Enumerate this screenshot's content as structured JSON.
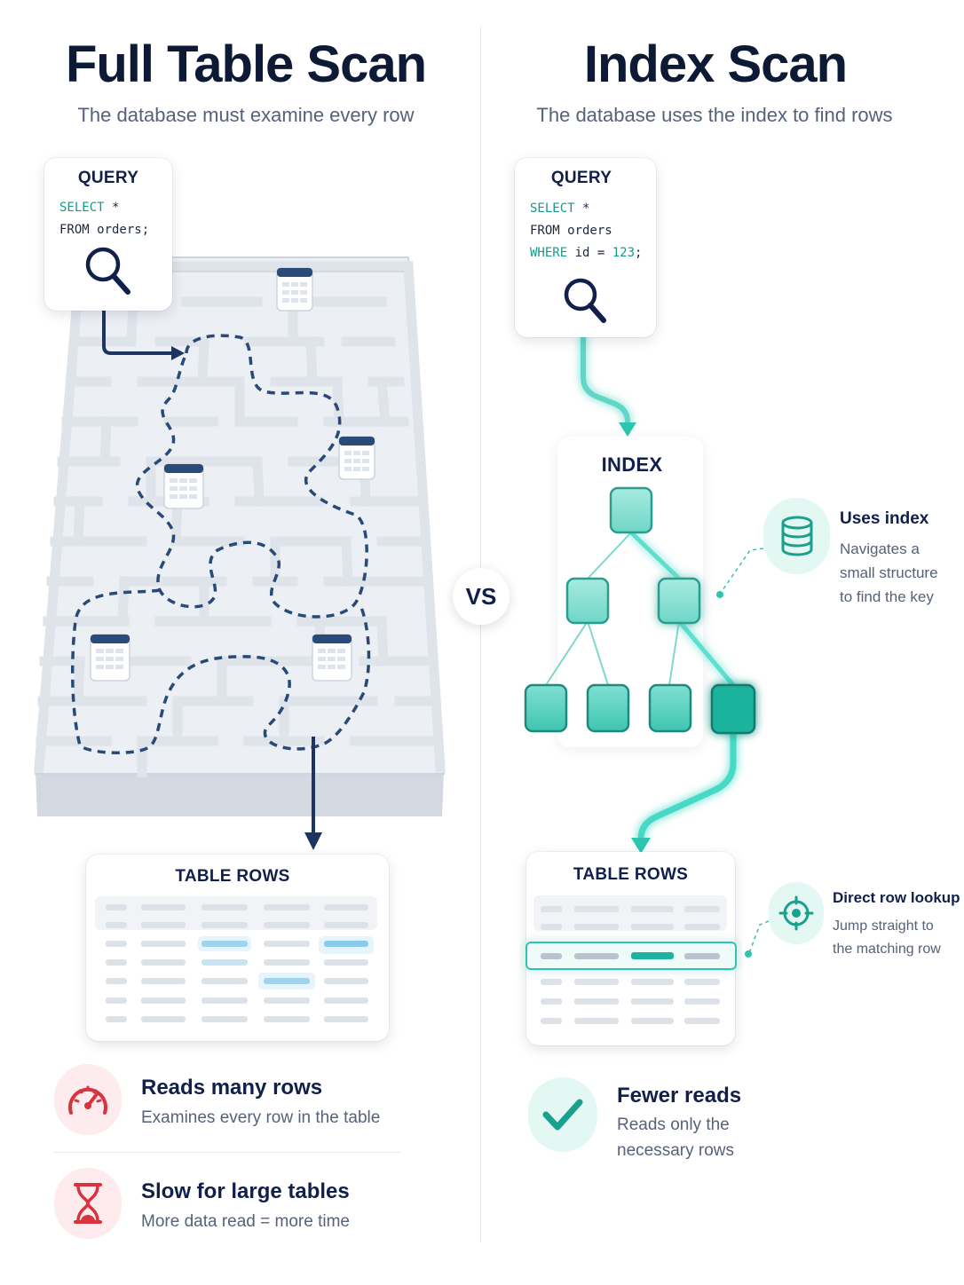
{
  "left": {
    "title": "Full Table Scan",
    "subtitle": "The database must examine every row",
    "query": {
      "label": "QUERY",
      "line1_kw": "SELECT",
      "line1_rest": " *",
      "line2": "FROM orders;"
    },
    "table_label": "TABLE ROWS",
    "features": [
      {
        "title": "Reads many rows",
        "desc": "Examines every row in the table",
        "icon": "speedometer-icon"
      },
      {
        "title": "Slow for large tables",
        "desc": "More data read = more time",
        "icon": "hourglass-icon"
      }
    ]
  },
  "right": {
    "title": "Index Scan",
    "subtitle": "The database uses the index to find rows",
    "query": {
      "label": "QUERY",
      "line1_kw": "SELECT",
      "line1_rest": " *",
      "line2": "FROM orders",
      "line3_kw": "WHERE",
      "line3_rest": " id = ",
      "line3_val": "123",
      "line3_end": ";"
    },
    "index_label": "INDEX",
    "table_label": "TABLE ROWS",
    "callout_index": {
      "title": "Uses index",
      "desc": [
        "Navigates a",
        "small structure",
        "to find the key"
      ],
      "icon": "database-icon"
    },
    "callout_lookup": {
      "title": "Direct row lookup",
      "desc": [
        "Jump straight to",
        "the matching row"
      ],
      "icon": "target-icon"
    },
    "feature": {
      "title": "Fewer reads",
      "desc": [
        "Reads only the",
        "necessary rows"
      ],
      "icon": "checkmark-icon"
    }
  },
  "vs_label": "VS",
  "colors": {
    "navy": "#1b3560",
    "teal": "#2ec4b0",
    "teal_dark": "#17a08e",
    "red": "#d9333f",
    "blue_highlight": "#9fd3ee"
  }
}
